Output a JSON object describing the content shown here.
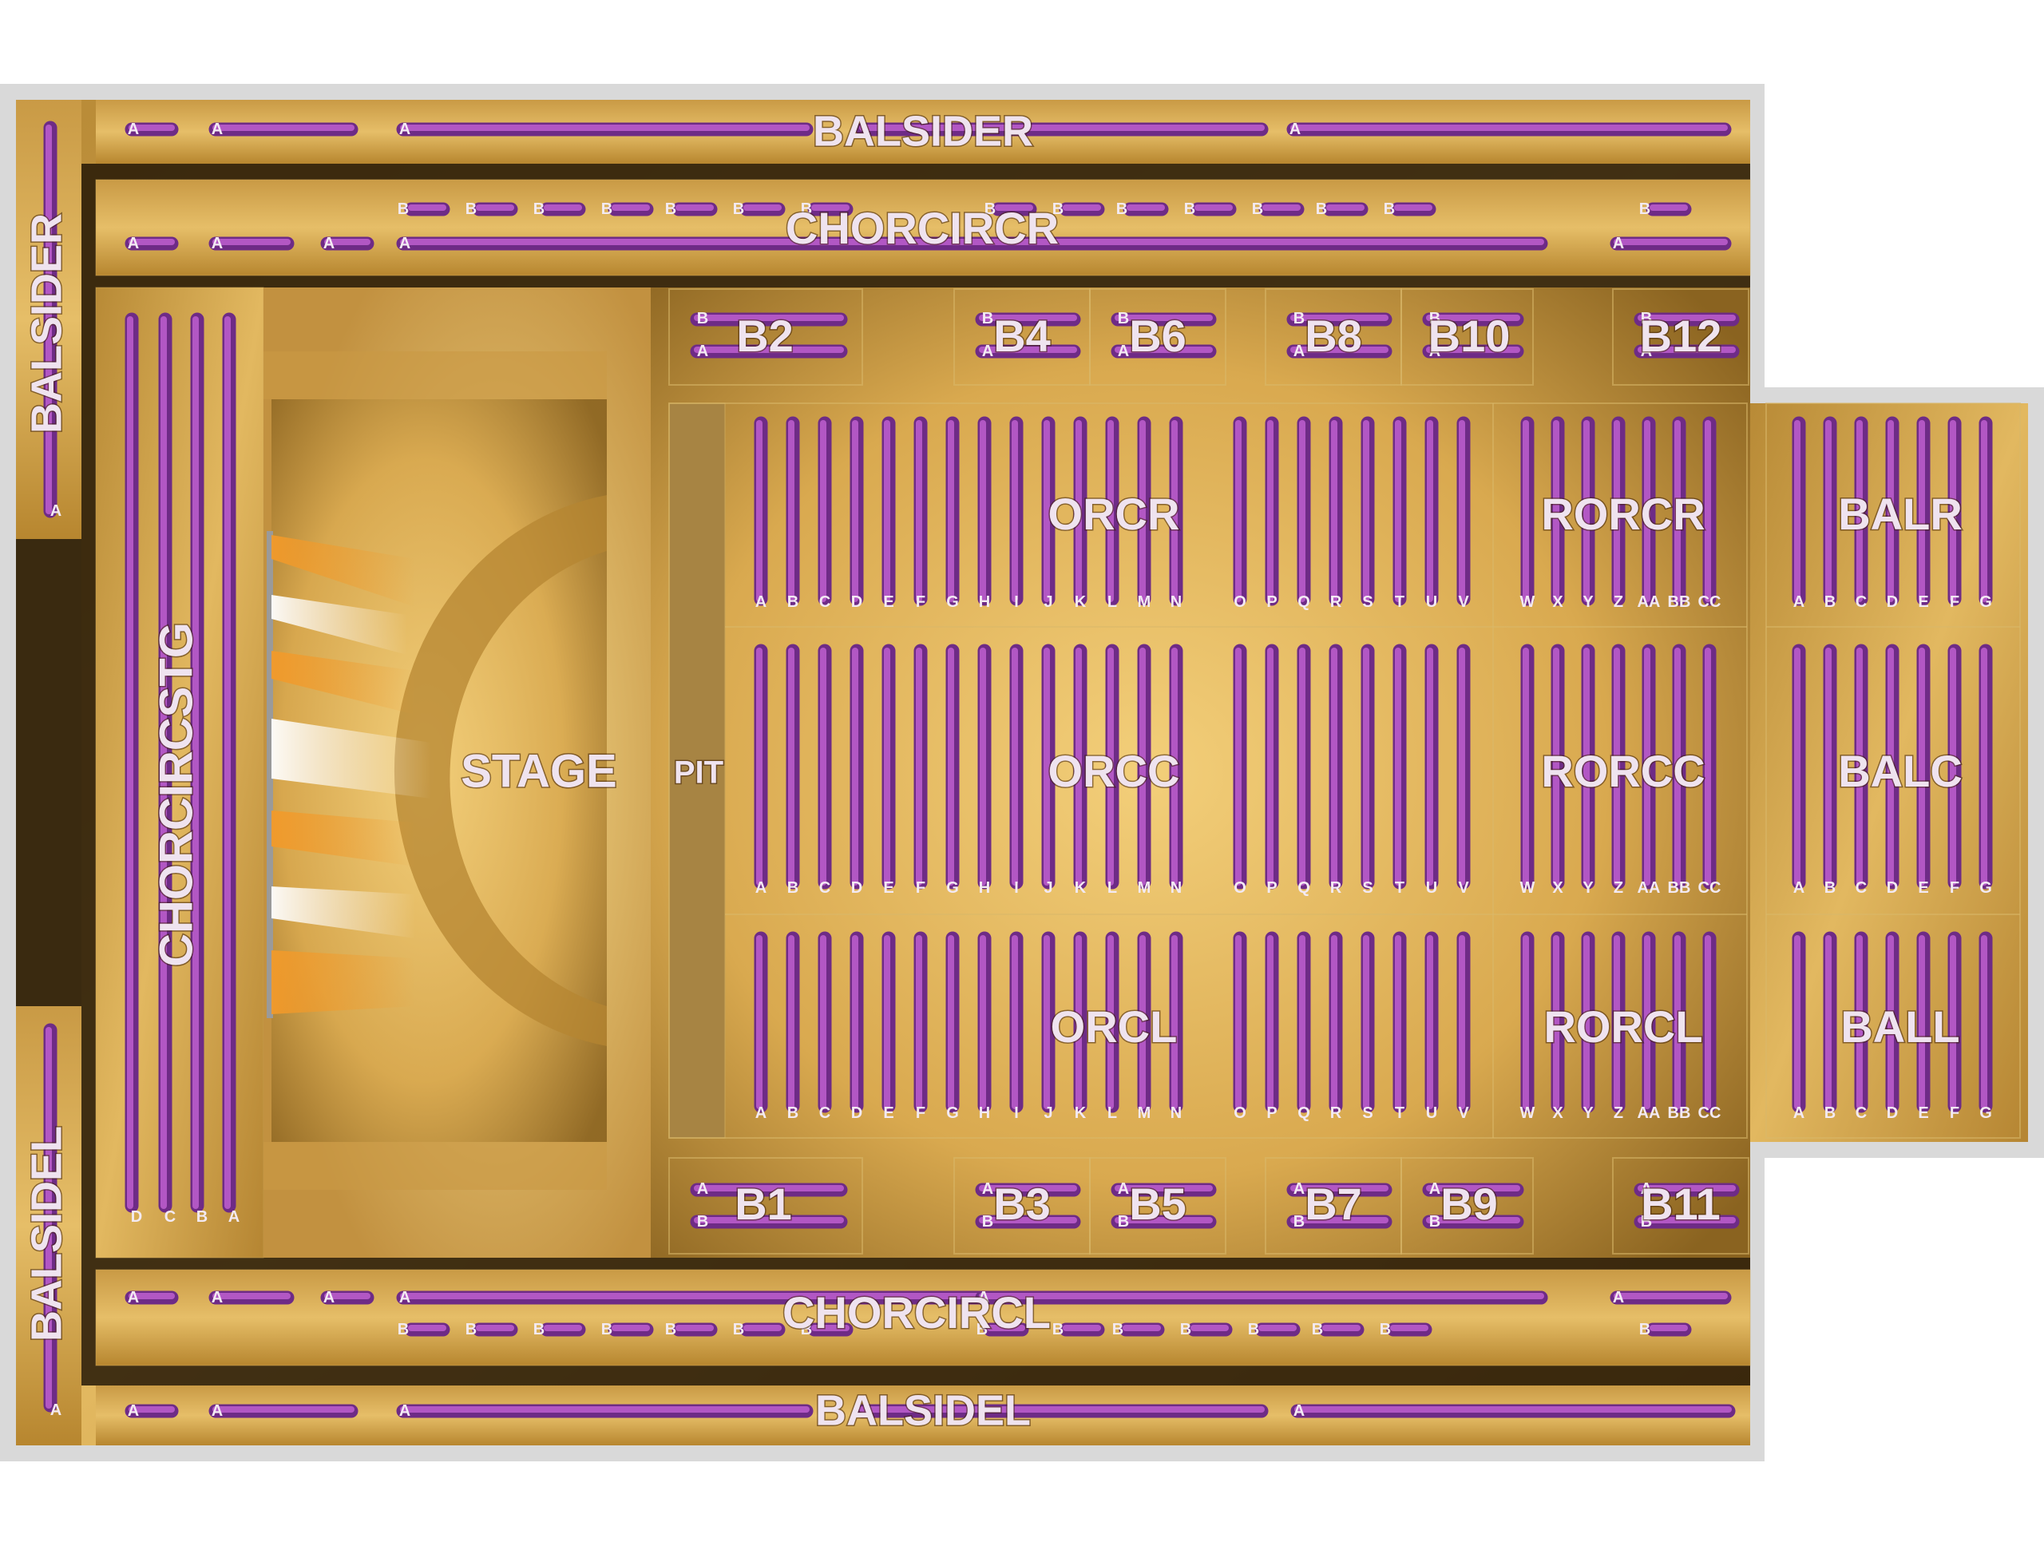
{
  "venue_sections": {
    "balsider_top": {
      "label": "BALSIDER",
      "rows": [
        "A",
        "A",
        "A",
        "A"
      ]
    },
    "balsider_left": {
      "label": "BALSIDER",
      "rows": [
        "A"
      ]
    },
    "balsidel_left": {
      "label": "BALSIDEL",
      "rows": [
        "A"
      ]
    },
    "balsidel_bottom": {
      "label": "BALSIDEL",
      "rows": [
        "A",
        "A",
        "A",
        "A"
      ]
    },
    "chorcircr": {
      "label": "CHORCIRCR",
      "row_b": [
        "B",
        "B",
        "B",
        "B",
        "B",
        "B",
        "B",
        "B",
        "B",
        "B",
        "B",
        "B",
        "B",
        "B",
        "B"
      ],
      "row_a": [
        "A",
        "A",
        "A",
        "A",
        "A"
      ]
    },
    "chorcircl": {
      "label": "CHORCIRCL",
      "row_a": [
        "A",
        "A",
        "A",
        "A",
        "A",
        "A"
      ],
      "row_b": [
        "B",
        "B",
        "B",
        "B",
        "B",
        "B",
        "B",
        "B",
        "B",
        "B",
        "B",
        "B",
        "B",
        "B",
        "B"
      ]
    },
    "chorcircstg": {
      "label": "CHORCIRCSTG",
      "rows": [
        "D",
        "C",
        "B",
        "A"
      ]
    },
    "stage": {
      "label": "STAGE"
    },
    "pit": {
      "label": "PIT"
    },
    "boxes_top": [
      {
        "label": "B2",
        "rows": [
          "B",
          "A"
        ]
      },
      {
        "label": "B4",
        "rows": [
          "B",
          "A"
        ]
      },
      {
        "label": "B6",
        "rows": [
          "B",
          "A"
        ]
      },
      {
        "label": "B8",
        "rows": [
          "B",
          "A"
        ]
      },
      {
        "label": "B10",
        "rows": [
          "B",
          "A"
        ]
      },
      {
        "label": "B12",
        "rows": [
          "B",
          "A"
        ]
      }
    ],
    "boxes_bottom": [
      {
        "label": "B1",
        "rows": [
          "A",
          "B"
        ]
      },
      {
        "label": "B3",
        "rows": [
          "A",
          "B"
        ]
      },
      {
        "label": "B5",
        "rows": [
          "A",
          "B"
        ]
      },
      {
        "label": "B7",
        "rows": [
          "A",
          "B"
        ]
      },
      {
        "label": "B9",
        "rows": [
          "A",
          "B"
        ]
      },
      {
        "label": "B11",
        "rows": [
          "A",
          "B"
        ]
      }
    ],
    "orchestra": [
      {
        "label": "ORCR"
      },
      {
        "label": "ORCC"
      },
      {
        "label": "ORCL"
      }
    ],
    "orchestra_rows_front": [
      "A",
      "B",
      "C",
      "D",
      "E",
      "F",
      "G",
      "H",
      "I",
      "J",
      "K",
      "L",
      "M",
      "N"
    ],
    "orchestra_rows_back": [
      "O",
      "P",
      "Q",
      "R",
      "S",
      "T",
      "U",
      "V"
    ],
    "rear_orchestra": [
      {
        "label": "RORCR"
      },
      {
        "label": "RORCC"
      },
      {
        "label": "RORCL"
      }
    ],
    "rear_orchestra_rows": [
      "W",
      "X",
      "Y",
      "Z",
      "AA",
      "BB",
      "CC"
    ],
    "balcony": [
      {
        "label": "BALR"
      },
      {
        "label": "BALC"
      },
      {
        "label": "BALL"
      }
    ],
    "balcony_rows": [
      "A",
      "B",
      "C",
      "D",
      "E",
      "F",
      "G"
    ]
  },
  "colors": {
    "seat": "#a545b8",
    "seat_dark": "#6a2a82",
    "wood_light": "#e2b85e",
    "wood_dark": "#9c7226",
    "frame": "#d9d9d9"
  }
}
